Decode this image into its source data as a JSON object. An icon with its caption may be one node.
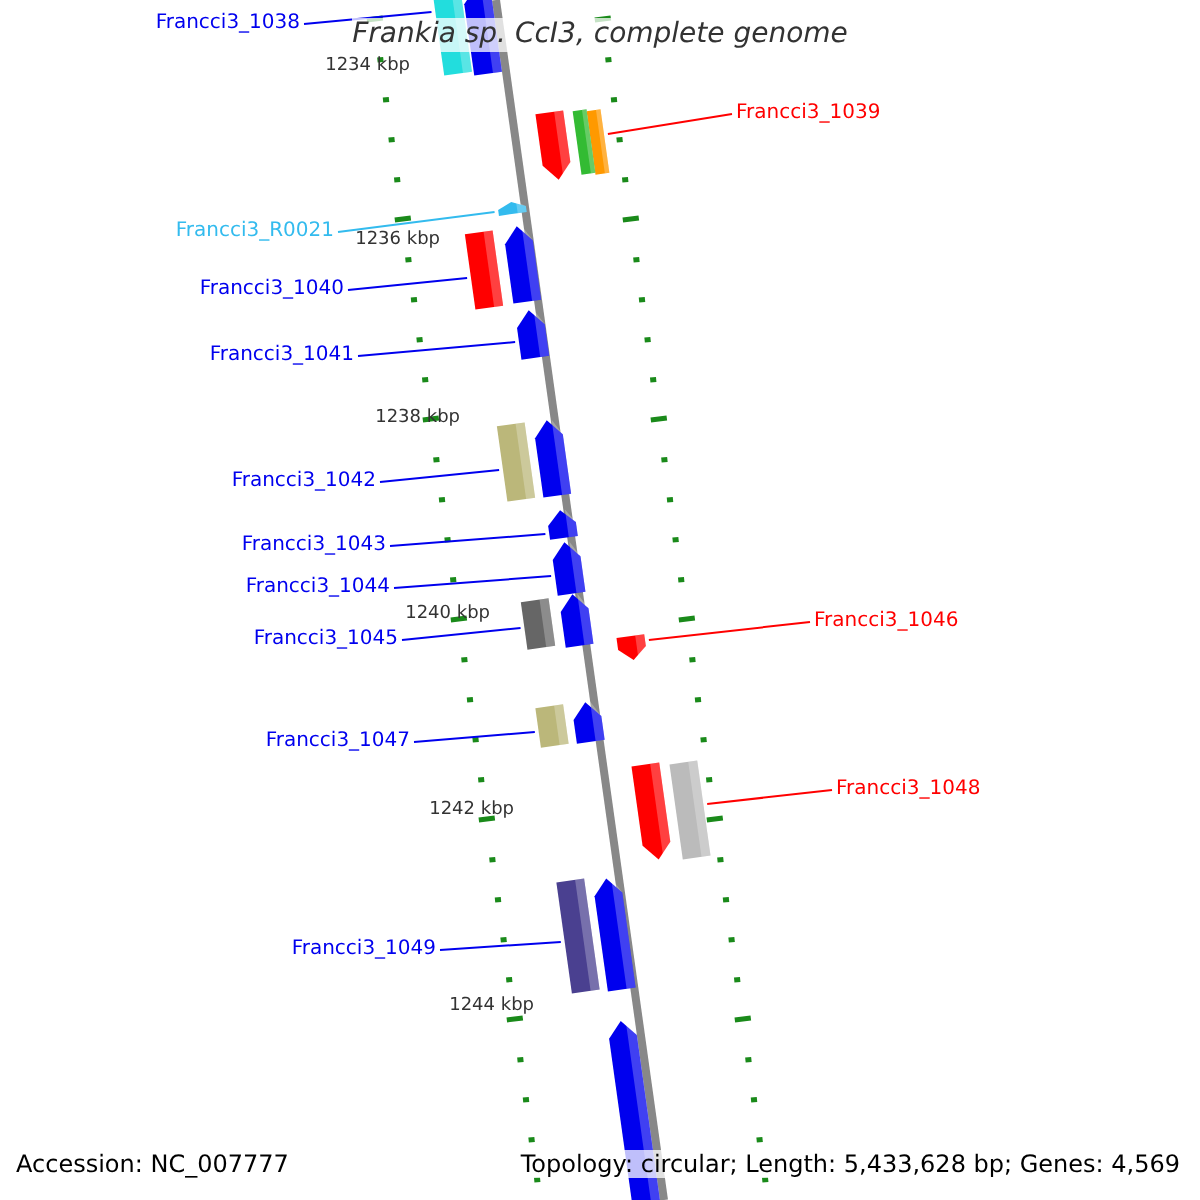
{
  "diagram": {
    "title": "Frankia sp. CcI3, complete genome",
    "nodes": [
      {
        "text": [
          "Francci3_1038"
        ]
      },
      {
        "text": [],
        "shape": "bar"
      },
      {
        "text": [
          "Francci3_1039"
        ]
      },
      {
        "text": [],
        "shape": "bar"
      },
      {
        "text": [
          "Francci3_R0021"
        ]
      },
      {
        "text": [],
        "shape": "bar"
      },
      {
        "text": [
          "Francci3_1040"
        ]
      },
      {
        "text": [],
        "shape": "bar"
      },
      {
        "text": [
          "Francci3_1041"
        ]
      },
      {
        "text": [],
        "shape": "bar"
      },
      {
        "text": [
          "Francci3_1042"
        ]
      },
      {
        "text": [],
        "shape": "bar"
      },
      {
        "text": [
          "Francci3_1043"
        ]
      },
      {
        "text": [],
        "shape": "bar"
      },
      {
        "text": [
          "Francci3_1044"
        ]
      },
      {
        "text": [],
        "shape": "bar"
      },
      {
        "text": [
          "Francci3_1045"
        ]
      },
      {
        "text": [],
        "shape": "bar"
      },
      {
        "text": [
          "Francci3_1046"
        ]
      },
      {
        "text": [],
        "shape": "bar"
      },
      {
        "text": [
          "Francci3_1047"
        ]
      },
      {
        "text": [],
        "shape": "bar"
      },
      {
        "text": [
          "Francci3_1048"
        ]
      },
      {
        "text": [],
        "shape": "bar"
      },
      {
        "text": [
          "Francci3_1049"
        ]
      },
      {
        "text": [],
        "shape": "bar"
      },
      {
        "text": [],
        "shape": "bar"
      },
      {
        "text": [],
        "shape": "bar"
      },
      {
        "text": [],
        "shape": "bar"
      },
      {
        "text": [],
        "shape": "bar"
      },
      {
        "text": [],
        "shape": "bar"
      },
      {
        "text": [],
        "shape": "bar"
      },
      {
        "text": [],
        "shape": "bar"
      },
      {
        "text": [],
        "shape": "bar"
      },
      {
        "text": [],
        "shape": "bar"
      },
      {
        "text": [],
        "shape": "bar"
      }
    ],
    "edges": [
      {
        "from": 0,
        "to": 1,
        "arrow": "none"
      },
      {
        "from": 2,
        "to": 3,
        "arrow": "none",
        "color": "#ff0000"
      },
      {
        "from": 4,
        "to": 5,
        "arrow": "none",
        "color": "#33bbee"
      },
      {
        "from": 6,
        "to": 7,
        "arrow": "none"
      },
      {
        "from": 8,
        "to": 9,
        "arrow": "none"
      },
      {
        "from": 10,
        "to": 11,
        "arrow": "none"
      },
      {
        "from": 12,
        "to": 13,
        "arrow": "none"
      },
      {
        "from": 14,
        "to": 15,
        "arrow": "none"
      },
      {
        "from": 16,
        "to": 17,
        "arrow": "none"
      },
      {
        "from": 18,
        "to": 19,
        "arrow": "none",
        "color": "#ff0000"
      },
      {
        "from": 20,
        "to": 21,
        "arrow": "none"
      },
      {
        "from": 22,
        "to": 23,
        "arrow": "none",
        "color": "#ff0000"
      },
      {
        "from": 24,
        "to": 25,
        "arrow": "none"
      }
    ],
    "labels": [
      "1234 kbp",
      "1236 kbp",
      "1238 kbp",
      "1240 kbp",
      "1242 kbp",
      "1244 kbp",
      "Accession: NC_007777",
      "Topology: circular; Length: 5,433,628 bp; Genes: 4,569"
    ]
  }
}
